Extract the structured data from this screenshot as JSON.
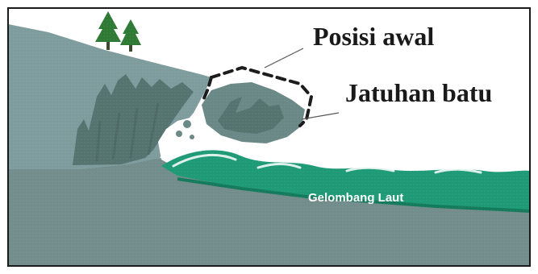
{
  "labels": {
    "original_position": "Posisi awal",
    "rock_fall": "Jatuhan batu",
    "sea_wave": "Gelombang Laut"
  },
  "colors": {
    "cliff_top": "#7e9c9d",
    "cliff_dark": "#55736f",
    "cliff_body": "#6a8886",
    "seabed": "#728d8b",
    "sea_wave": "#1e9a76",
    "sea_wave_dark": "#137a5c",
    "foam": "#ffffff",
    "outline": "#1a1a1a"
  }
}
